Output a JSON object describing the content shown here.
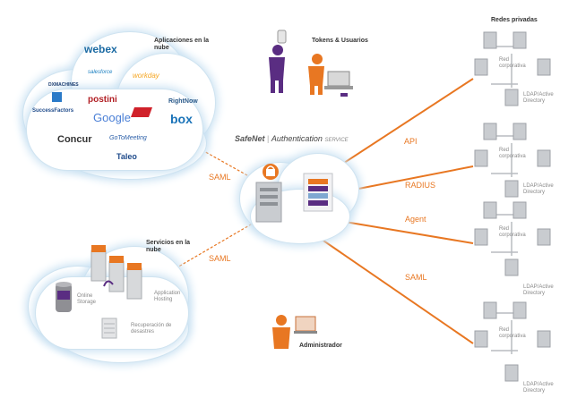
{
  "titles": {
    "apps_cloud": "Aplicaciones en la nube",
    "services_cloud": "Servicios en la nube",
    "tokens": "Tokens & Usuarios",
    "private_networks": "Redes privadas",
    "admin": "Administrador"
  },
  "brand": {
    "name": "SafeNet",
    "product": "Authentication",
    "suffix": "SERVICE"
  },
  "connections": [
    "API",
    "RADIUS",
    "Agent",
    "SAML"
  ],
  "saml_left": [
    "SAML",
    "SAML"
  ],
  "app_logos": [
    "webex",
    "workday",
    "DXMACHINES",
    "salesforce",
    "postini",
    "RightNow",
    "SuccessFactors",
    "Google",
    "box",
    "Concur",
    "GoToMeeting",
    "Taleo"
  ],
  "services": [
    "Online Storage",
    "Application Hosting",
    "Recuperación de desastres"
  ],
  "private_nodes": [
    {
      "corp": "Red corporativa",
      "ldap": "LDAP/Active Directory"
    },
    {
      "corp": "Red corporativa",
      "ldap": "LDAP/Active Directory"
    },
    {
      "corp": "Red corporativa",
      "ldap": "LDAP/Active Directory"
    },
    {
      "corp": "Red corporativa",
      "ldap": "LDAP/Active Directory"
    }
  ],
  "colors": {
    "orange": "#e87722",
    "purple": "#5a2d82",
    "cloud_glow": "#c9e1f2",
    "server_gray": "#c9ccd0"
  }
}
